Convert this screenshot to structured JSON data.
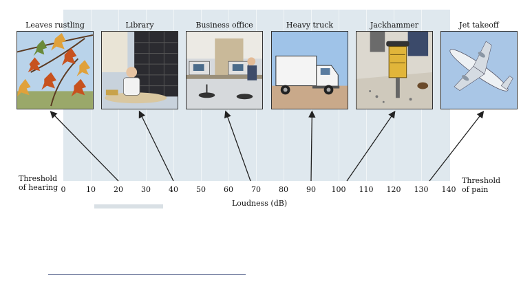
{
  "scenes": [
    {
      "id": "leaves",
      "label": "Leaves rustling",
      "db": 20
    },
    {
      "id": "library",
      "label": "Library",
      "db": 40
    },
    {
      "id": "office",
      "label": "Business office",
      "db": 68
    },
    {
      "id": "truck",
      "label": "Heavy truck",
      "db": 90
    },
    {
      "id": "jackhammer",
      "label": "Jackhammer",
      "db": 103
    },
    {
      "id": "jet",
      "label": "Jet takeoff",
      "db": 133
    }
  ],
  "axis": {
    "title": "Loudness (dB)",
    "min": 0,
    "max": 140,
    "step": 10,
    "left_note_line1": "Threshold",
    "left_note_line2": "of hearing",
    "right_note_line1": "Threshold",
    "right_note_line2": "of pain"
  },
  "colors": {
    "band": "#dfe8ee",
    "arrow": "#222222"
  }
}
